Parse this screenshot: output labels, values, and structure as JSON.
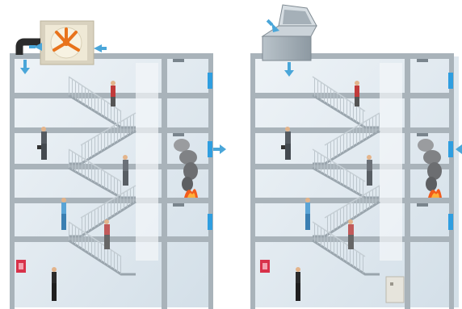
{
  "diagram": {
    "left_building": {
      "roof_unit": "fan-icon",
      "air_flow": [
        "arrow-intake-right",
        "arrow-intake-left",
        "arrow-down-exhaust",
        "arrow-out-right"
      ],
      "hazard": [
        "smoke-icon",
        "fire-icon"
      ]
    },
    "right_building": {
      "roof_unit": "roof-hatch-icon",
      "air_flow": [
        "arrow-into-hatch",
        "arrow-down-exhaust",
        "arrow-in-left"
      ],
      "hazard": [
        "smoke-icon",
        "fire-icon"
      ],
      "extra": [
        "control-panel-icon"
      ]
    },
    "colors": {
      "structure": "#a9b3ba",
      "glass": "#dfe8ef",
      "accent_blue": "#2f9ee0",
      "vent_blue": "#4aa6d9",
      "fan_orange": "#e8731c",
      "smoke": "#7d7f82",
      "fire": "#f25c1c",
      "extinguisher": "#d8324a"
    }
  }
}
